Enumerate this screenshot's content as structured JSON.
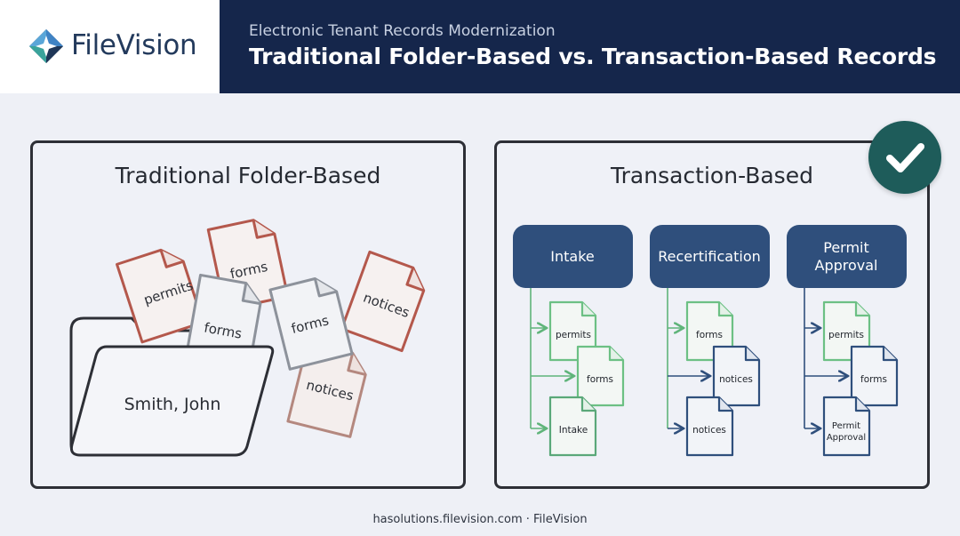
{
  "brand": {
    "name": "FileVision",
    "icon": "filevision-diamond-logo"
  },
  "header": {
    "subtitle": "Electronic Tenant Records Modernization",
    "title": "Traditional Folder-Based vs. Transaction-Based Records"
  },
  "left_panel": {
    "title": "Traditional Folder-Based",
    "folder_label": "Smith, John",
    "documents": [
      "permits",
      "forms",
      "forms",
      "forms",
      "notices",
      "notices"
    ]
  },
  "right_panel": {
    "title": "Transaction-Based",
    "badge_icon": "checkmark-icon",
    "transactions": [
      {
        "label": "Intake",
        "docs": [
          "permits",
          "forms",
          "Intake"
        ]
      },
      {
        "label": "Recertification",
        "docs": [
          "forms",
          "notices",
          "notices"
        ]
      },
      {
        "label_lines": [
          "Permit",
          "Approval"
        ],
        "docs": [
          "permits",
          "forms"
        ],
        "doc_multiline": [
          "Permit",
          "Approval"
        ]
      }
    ]
  },
  "footer": {
    "text": "hasolutions.filevision.com · FileVision"
  },
  "colors": {
    "header_bg": "#15264b",
    "panel_border": "#2d2f36",
    "red_doc": "#b4584c",
    "gray_doc": "#8d929b",
    "green_doc": "#6cc084",
    "blue_doc": "#2f4f7c",
    "transaction_box": "#2f4f7c",
    "badge": "#1e5c5a"
  }
}
